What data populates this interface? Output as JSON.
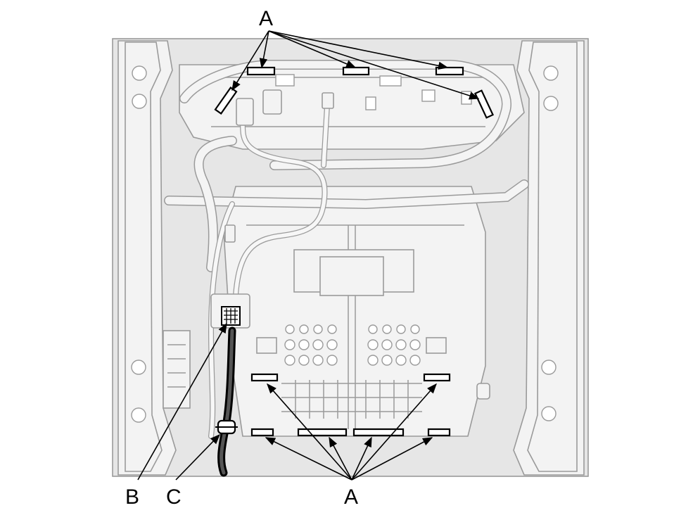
{
  "callouts": {
    "top_a": "A",
    "bottom_a": "A",
    "b": "B",
    "c": "C"
  },
  "colors": {
    "background": "#ffffff",
    "frame_fill": "#f3f3f3",
    "frame_stroke": "#9a9a9a",
    "callout": "#000000"
  }
}
